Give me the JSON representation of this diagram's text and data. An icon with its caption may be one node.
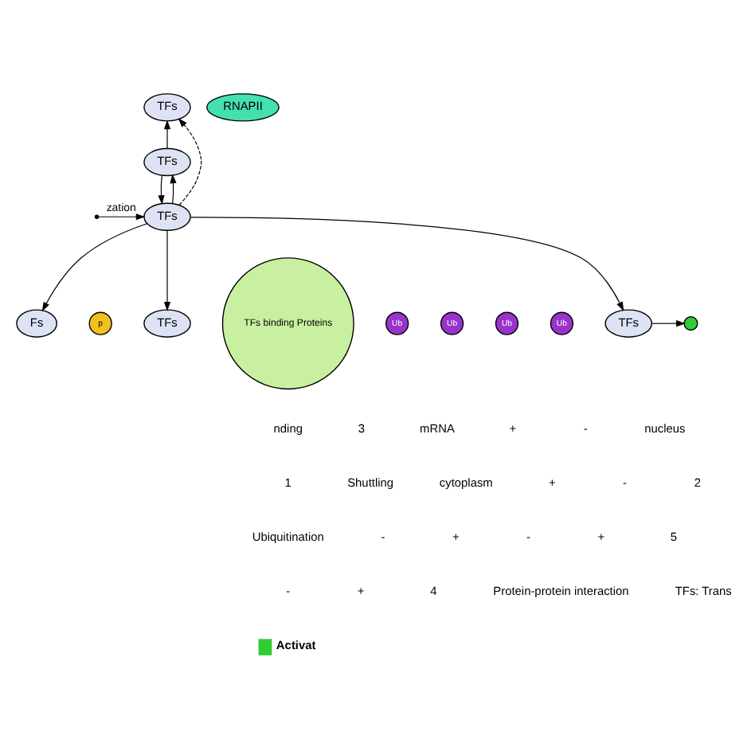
{
  "diagram": {
    "nodes": [
      {
        "text": [
          "TFs"
        ]
      },
      {
        "text": [
          "RNAPII"
        ]
      },
      {
        "text": [
          "TFs"
        ]
      },
      {
        "text": [
          "TFs"
        ]
      },
      {
        "text": [
          "TFs"
        ]
      },
      {
        "text": [
          "Ub"
        ]
      },
      {
        "text": [
          "Ub"
        ]
      },
      {
        "text": [
          "Ub"
        ]
      },
      {
        "text": [
          "Ub"
        ]
      },
      {
        "text": [],
        "shape": "circle"
      },
      {
        "text": [
          "Fs"
        ]
      },
      {
        "text": [
          "p"
        ]
      },
      {
        "text": [
          "TFs"
        ]
      },
      {
        "text": [
          "TFs binding Proteins"
        ]
      }
    ],
    "edges": [
      {
        "from": 2,
        "to": 0,
        "arrow": "to"
      },
      {
        "from": 3,
        "to": 0,
        "arrow": "to",
        "style": "dashed"
      },
      {
        "from": 3,
        "to": 2,
        "arrow": "to"
      },
      {
        "from": 2,
        "to": 3,
        "arrow": "to"
      },
      {
        "from": null,
        "to": 3,
        "arrow": "to",
        "label": "zation"
      },
      {
        "from": 3,
        "to": 4,
        "arrow": "to"
      },
      {
        "from": 4,
        "to": 9,
        "arrow": "to"
      },
      {
        "from": 3,
        "to": 10,
        "arrow": "to"
      },
      {
        "from": 3,
        "to": 12,
        "arrow": "to"
      }
    ],
    "labels": [
      "nding",
      "3",
      "mRNA",
      "+",
      "-",
      "nucleus",
      "1",
      "Shuttling",
      "cytoplasm",
      "+",
      "-",
      "2",
      "Ubiquitination",
      "-",
      "+",
      "-",
      "+",
      "5",
      "-",
      "+",
      "4",
      "Protein-protein interaction",
      "TFs: Trans"
    ],
    "legend": [
      {
        "text": "Activat",
        "color": "#33cc33"
      }
    ]
  }
}
